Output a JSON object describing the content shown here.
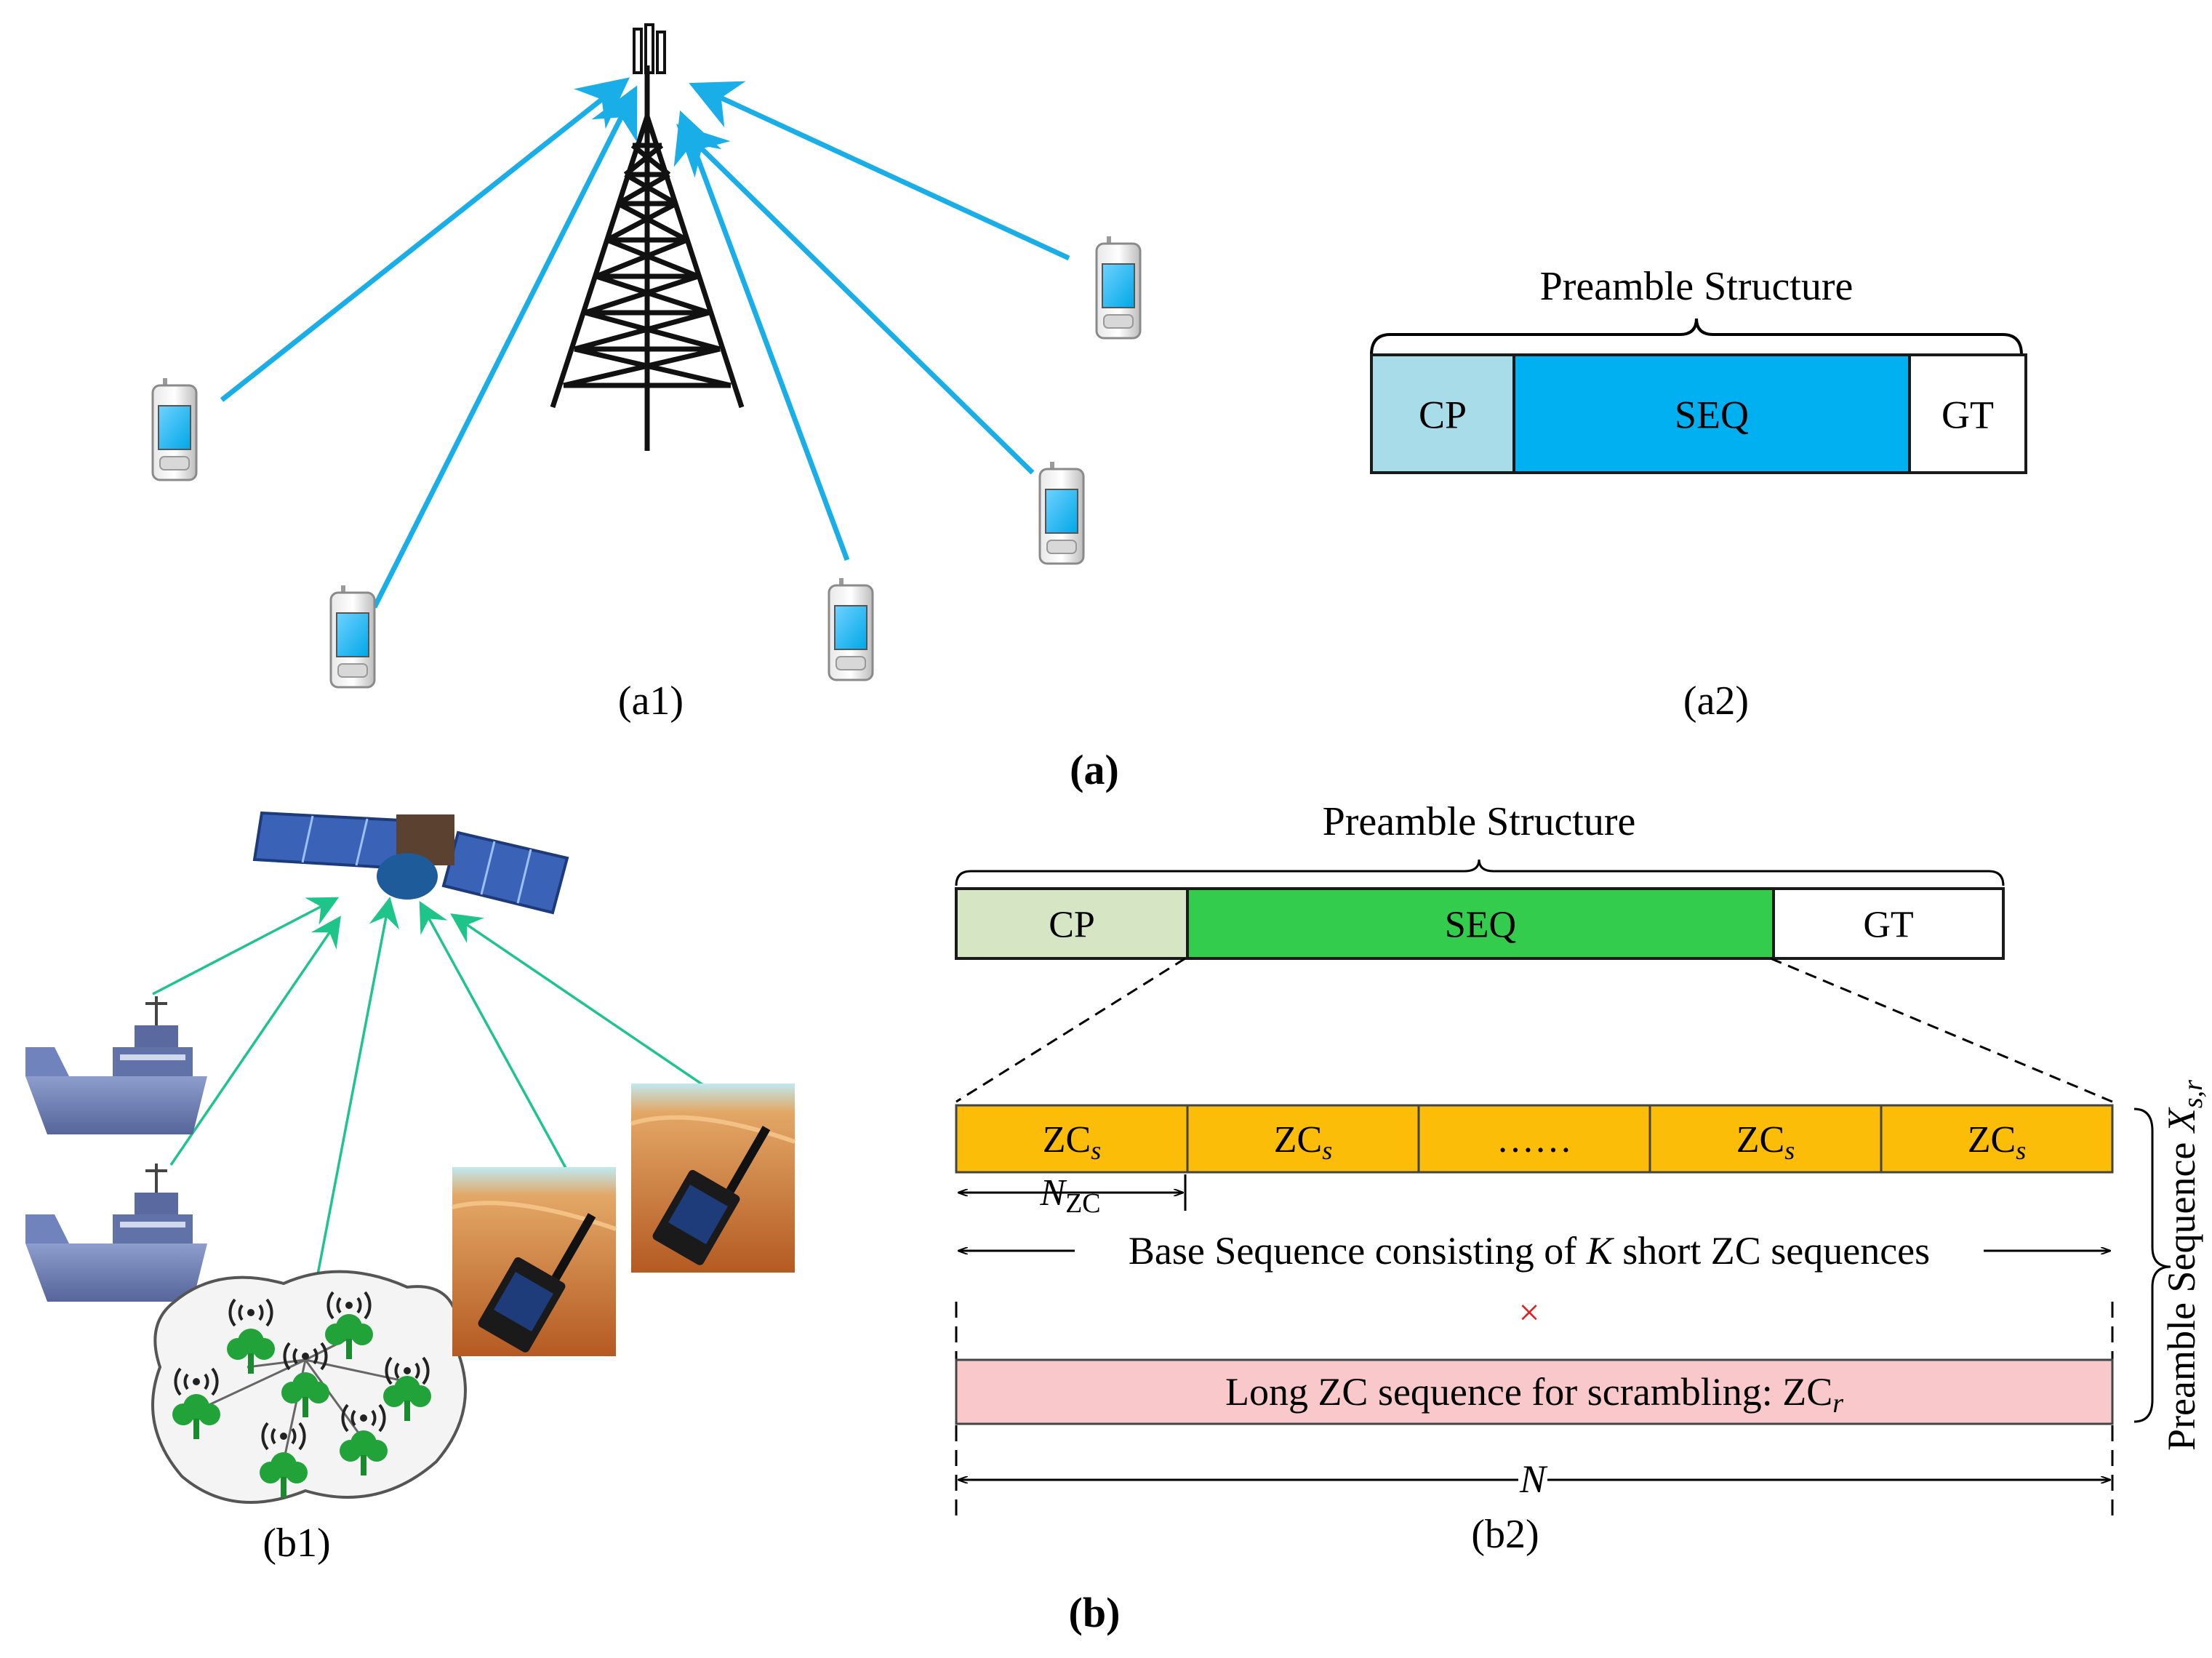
{
  "panel_a": {
    "caption": "(a)",
    "a1": {
      "label": "(a1)"
    },
    "a2": {
      "label": "(a2)",
      "title": "Preamble Structure",
      "segments": [
        {
          "text": "CP",
          "color": "#a8dce8"
        },
        {
          "text": "SEQ",
          "color": "#00b0f0"
        },
        {
          "text": "GT",
          "color": "#ffffff"
        }
      ]
    },
    "link_color": "#19aee8"
  },
  "panel_b": {
    "caption": "(b)",
    "b1": {
      "label": "(b1)"
    },
    "b2": {
      "label": "(b2)",
      "title": "Preamble Structure",
      "segments": [
        {
          "text": "CP",
          "color": "#d6e5c3"
        },
        {
          "text": "SEQ",
          "color": "#33cc4d"
        },
        {
          "text": "GT",
          "color": "#ffffff"
        }
      ],
      "zc_blocks": [
        "ZC",
        "ZC",
        "……",
        "ZC",
        "ZC"
      ],
      "zc_sub": "s",
      "zc_color": "#fbbd08",
      "nzc_label": "N",
      "nzc_sub": "ZC",
      "base_seq_label_pre": "Base Sequence consisting of ",
      "base_seq_label_k": "K",
      "base_seq_label_post": " short ZC sequences",
      "times_symbol": "×",
      "times_color": "#e02020",
      "long_zc_text": "Long ZC sequence for scrambling: ZC",
      "long_zc_sub": "r",
      "long_zc_color": "#f9c8ca",
      "n_label": "N",
      "side_label": "Preamble Sequence ",
      "side_label_x": "X",
      "side_label_sub": "s,r"
    },
    "link_color": "#1fc48a"
  }
}
